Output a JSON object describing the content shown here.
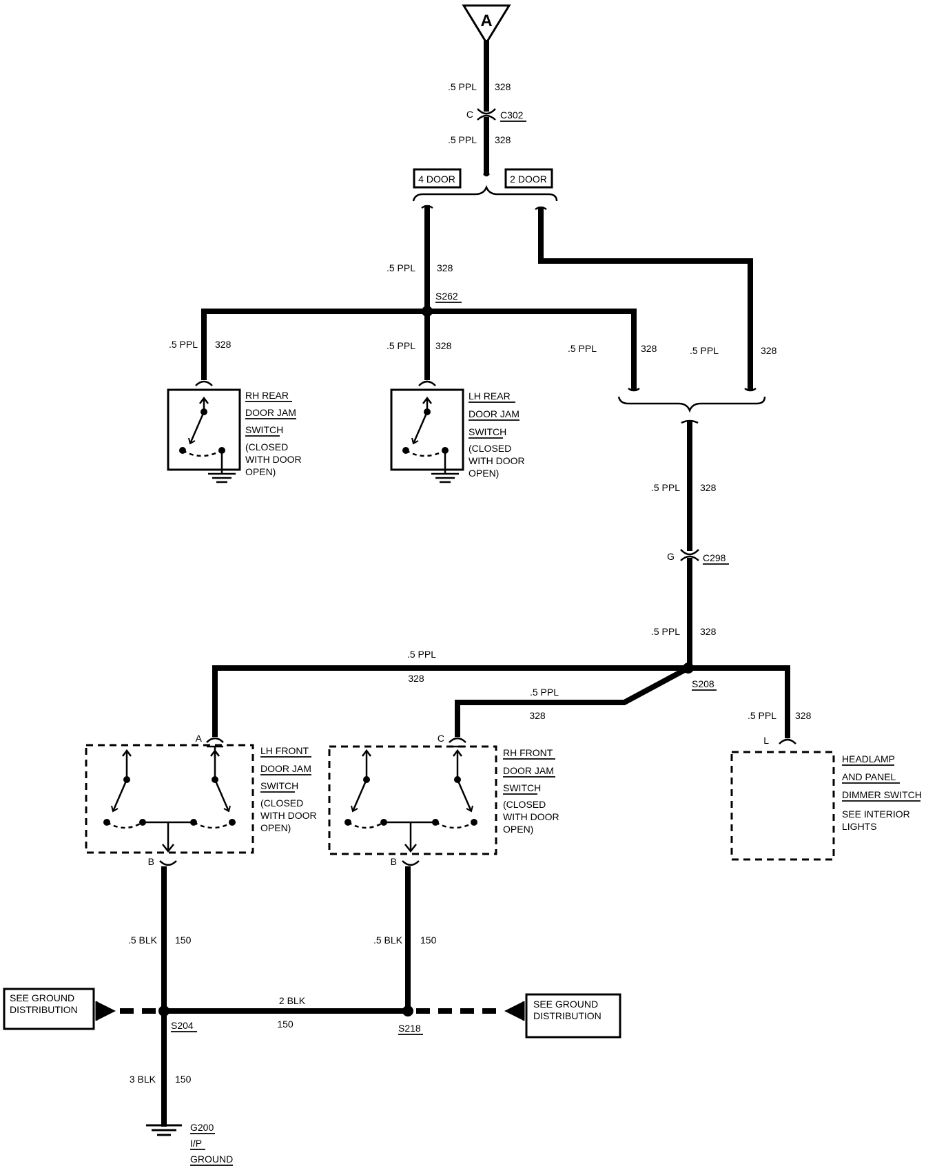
{
  "connector_a": "A",
  "wires": {
    "ppl": ".5 PPL",
    "c328": "328",
    "blk5": ".5 BLK",
    "c150": "150",
    "blk2": "2 BLK",
    "blk3": "3 BLK"
  },
  "connectors": {
    "c302": "C302",
    "c302_pin": "C",
    "c298": "C298",
    "c298_pin": "G",
    "pin_a": "A",
    "pin_b": "B",
    "pin_c": "C",
    "pin_l": "L"
  },
  "splices": {
    "s262": "S262",
    "s208": "S208",
    "s204": "S204",
    "s218": "S218"
  },
  "options": {
    "four_door": "4 DOOR",
    "two_door": "2 DOOR"
  },
  "components": {
    "rh_rear": [
      "RH REAR",
      "DOOR JAM",
      "SWITCH"
    ],
    "lh_rear": [
      "LH REAR",
      "DOOR JAM",
      "SWITCH"
    ],
    "lh_front": [
      "LH FRONT",
      "DOOR JAM",
      "SWITCH"
    ],
    "rh_front": [
      "RH FRONT",
      "DOOR JAM",
      "SWITCH"
    ],
    "switch_note": [
      "(CLOSED",
      "WITH DOOR",
      "OPEN)"
    ],
    "headlamp": [
      "HEADLAMP",
      "AND PANEL",
      "DIMMER SWITCH"
    ],
    "headlamp_note": [
      "SEE INTERIOR",
      "LIGHTS"
    ]
  },
  "ground_dist": [
    "SEE GROUND",
    "DISTRIBUTION"
  ],
  "ground": [
    "G200",
    "I/P",
    "GROUND"
  ]
}
